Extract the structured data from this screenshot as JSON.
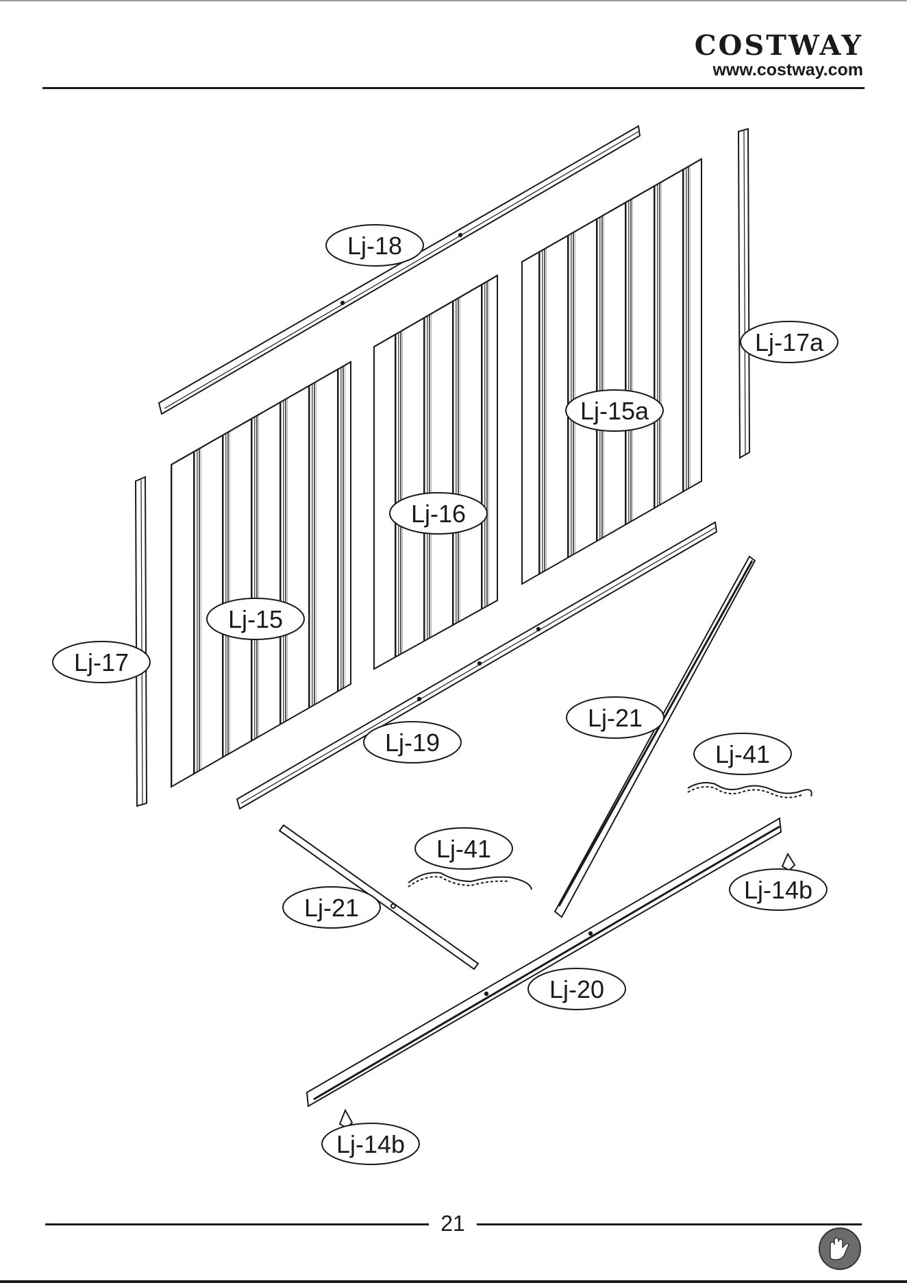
{
  "header": {
    "brand": "COSTWAY",
    "url": "www.costway.com"
  },
  "parts": [
    {
      "id": "lj18",
      "label": "Lj-18"
    },
    {
      "id": "lj17a",
      "label": "Lj-17a"
    },
    {
      "id": "lj15a",
      "label": "Lj-15a"
    },
    {
      "id": "lj16",
      "label": "Lj-16"
    },
    {
      "id": "lj15",
      "label": "Lj-15"
    },
    {
      "id": "lj17",
      "label": "Lj-17"
    },
    {
      "id": "lj19",
      "label": "Lj-19"
    },
    {
      "id": "lj21a",
      "label": "Lj-21"
    },
    {
      "id": "lj41a",
      "label": "Lj-41"
    },
    {
      "id": "lj41b",
      "label": "Lj-41"
    },
    {
      "id": "lj21b",
      "label": "Lj-21"
    },
    {
      "id": "lj14ba",
      "label": "Lj-14b"
    },
    {
      "id": "lj20",
      "label": "Lj-20"
    },
    {
      "id": "lj14bb",
      "label": "Lj-14b"
    }
  ],
  "footer": {
    "page_number": "21",
    "badge_icon": "gloves-icon"
  },
  "colors": {
    "line": "#1a1a1a",
    "badge": "#6b6b6b"
  }
}
